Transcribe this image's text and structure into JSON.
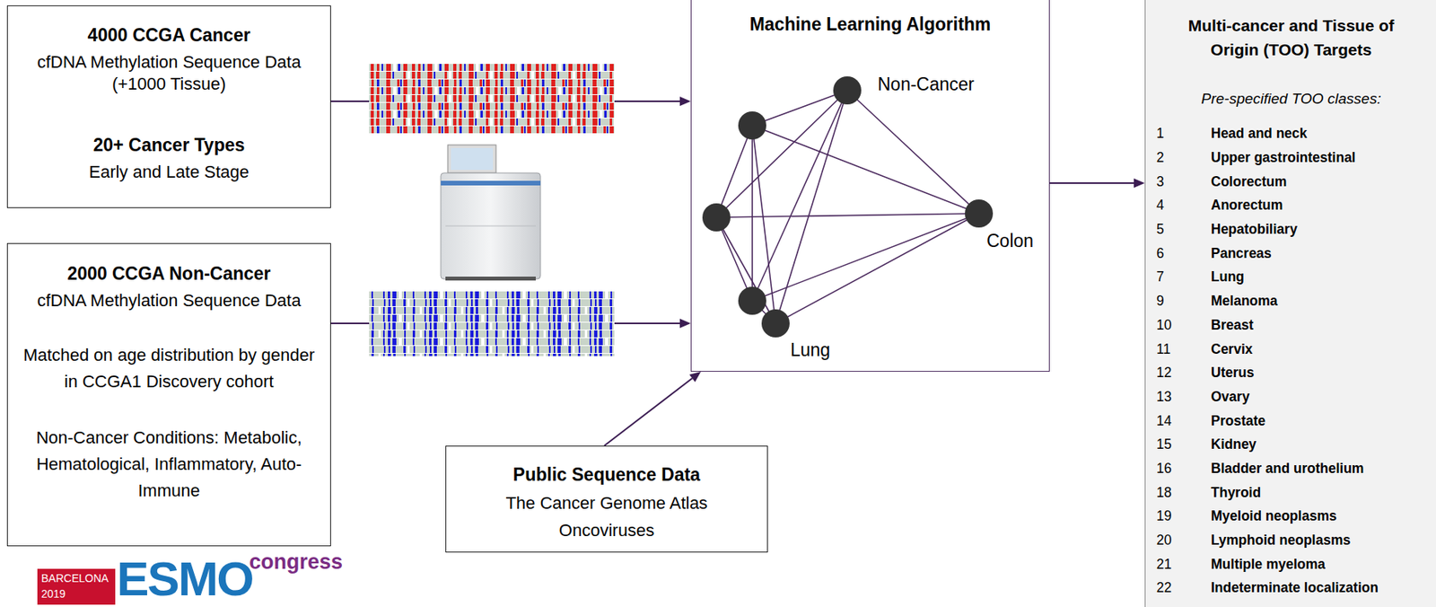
{
  "diagram": {
    "nodes": [
      {
        "text": [
          "4000 CCGA Cancer",
          "cfDNA Methylation Sequence Data (+1000 Tissue)",
          "20+ Cancer Types",
          "Early and Late Stage"
        ]
      },
      {
        "text": [
          "2000 CCGA Non-Cancer",
          "cfDNA Methylation Sequence Data",
          "Matched on age distribution by gender in CCGA1 Discovery cohort",
          "Non-Cancer Conditions: Metabolic, Hematological, Inflammatory, Auto-Immune"
        ]
      },
      {
        "text": [
          "Public Sequence Data",
          "The Cancer Genome Atlas Oncoviruses"
        ]
      },
      {
        "text": [
          "Machine Learning Algorithm"
        ]
      },
      {
        "text": [
          "Multi-cancer and Tissue of Origin (TOO) Targets",
          "Pre-specified TOO classes:"
        ]
      }
    ],
    "edges": [
      {
        "from": 0,
        "to": 3,
        "arrow": "to"
      },
      {
        "from": 1,
        "to": 3,
        "arrow": "to"
      },
      {
        "from": 2,
        "to": 3,
        "arrow": "to"
      },
      {
        "from": 3,
        "to": 4,
        "arrow": "to"
      }
    ],
    "labels": [
      "Non-Cancer",
      "Colon",
      "Lung",
      "1",
      "Head and neck",
      "2",
      "Upper gastrointestinal",
      "3",
      "Colorectum",
      "4",
      "Anorectum",
      "5",
      "Hepatobiliary",
      "6",
      "Pancreas",
      "7",
      "Lung",
      "9",
      "Melanoma",
      "10",
      "Breast",
      "11",
      "Cervix",
      "12",
      "Uterus",
      "13",
      "Ovary",
      "14",
      "Prostate",
      "15",
      "Kidney",
      "16",
      "Bladder and urothelium",
      "18",
      "Thyroid",
      "19",
      "Myeloid neoplasms",
      "20",
      "Lymphoid neoplasms",
      "21",
      "Multiple myeloma",
      "22",
      "Indeterminate localization",
      "BARCELONA",
      "2019",
      "ESMO",
      "congress"
    ]
  }
}
